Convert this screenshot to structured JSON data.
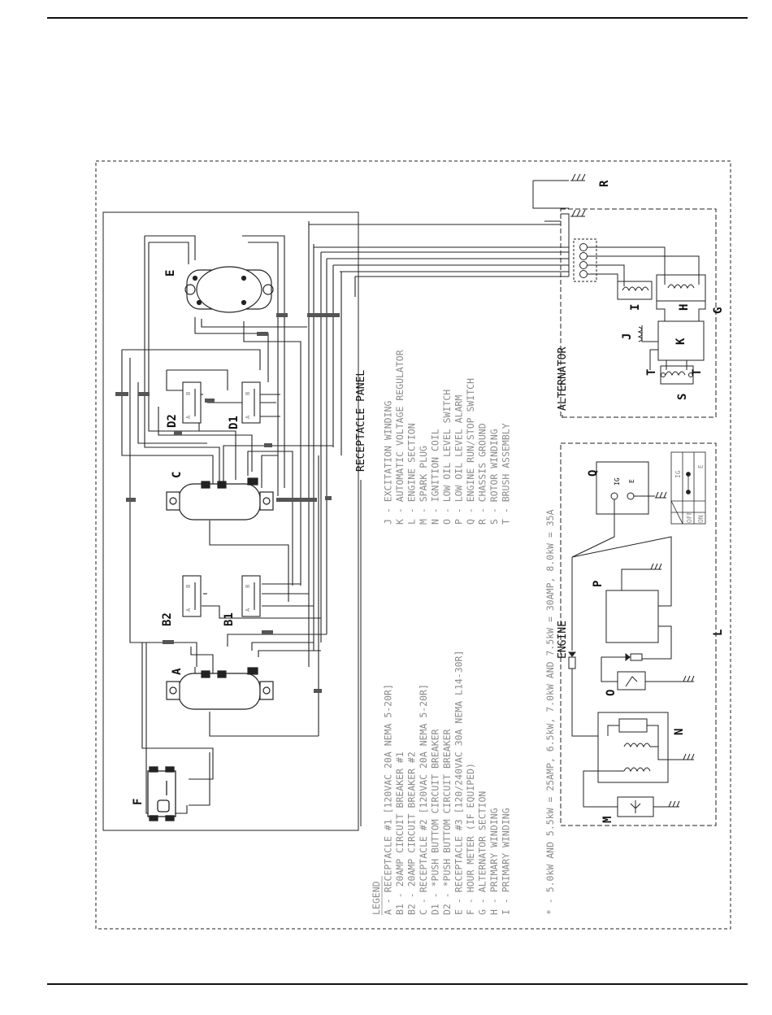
{
  "sections": {
    "receptacle_panel": "RECEPTACLE PANEL",
    "alternator": "ALTERNATOR",
    "engine": "ENGINE"
  },
  "component_labels": {
    "A": "A",
    "B1": "B1",
    "B2": "B2",
    "C": "C",
    "D1": "D1",
    "D2": "D2",
    "E": "E",
    "F": "F",
    "G": "G",
    "H": "H",
    "I": "I",
    "J": "J",
    "K": "K",
    "L": "L",
    "M": "M",
    "N": "N",
    "O": "O",
    "P": "P",
    "Q": "Q",
    "R": "R",
    "S": "S",
    "T1": "T",
    "T2": "T"
  },
  "switch_terminals": {
    "IG": "IG",
    "E": "E"
  },
  "switch_table": {
    "col_ig": "IG",
    "col_e": "E",
    "row_off": "OFF",
    "row_on": "ON"
  },
  "breaker_terminals": {
    "a": "A",
    "b": "B"
  },
  "legend": {
    "title": "LEGEND",
    "left_column": [
      "A - RECEPTACLE #1 [120VAC 20A NEMA 5-20R]",
      "B1 - 20AMP CIRCUIT BREAKER #1",
      "B2 - 20AMP CIRCUIT BREAKER #2",
      "C - RECEPTACLE #2 [120VAC 20A NEMA 5-20R]",
      "D1 - *PUSH BUTTOM CIRCUIT BREAKER",
      "D2 - *PUSH BUTTOM CIRCUIT BREAKER",
      "E - RECEPTACLE #3 [120/240VAC 30A NEMA L14-30R]",
      "F - HOUR METER (IF EQUIPED)",
      "G - ALTERNATOR SECTION",
      "H - PRIMARY WINDING",
      "I - PRIMARY WINDING"
    ],
    "right_column": [
      "J - EXCITATION WINDING",
      "K - AUTOMATIC VOLTAGE REGULATOR",
      "L - ENGINE SECTION",
      "M - SPARK PLUG",
      "N - IGNITION COIL",
      "O - LOW OIL LEVEL SWITCH",
      "P - LOW OIL LEVEL ALARM",
      "Q - ENGINE RUN/STOP SWITCH",
      "R - CHASSIS GROUND",
      "S - ROTOR WINDING",
      "T - BRUSH ASSEMBLY"
    ],
    "footnote": "* - 5.0kW AND 5.5kW = 25AMP, 6.5kW, 7.0kW AND 7.5kW = 30AMP, 8.0kW = 35A"
  }
}
